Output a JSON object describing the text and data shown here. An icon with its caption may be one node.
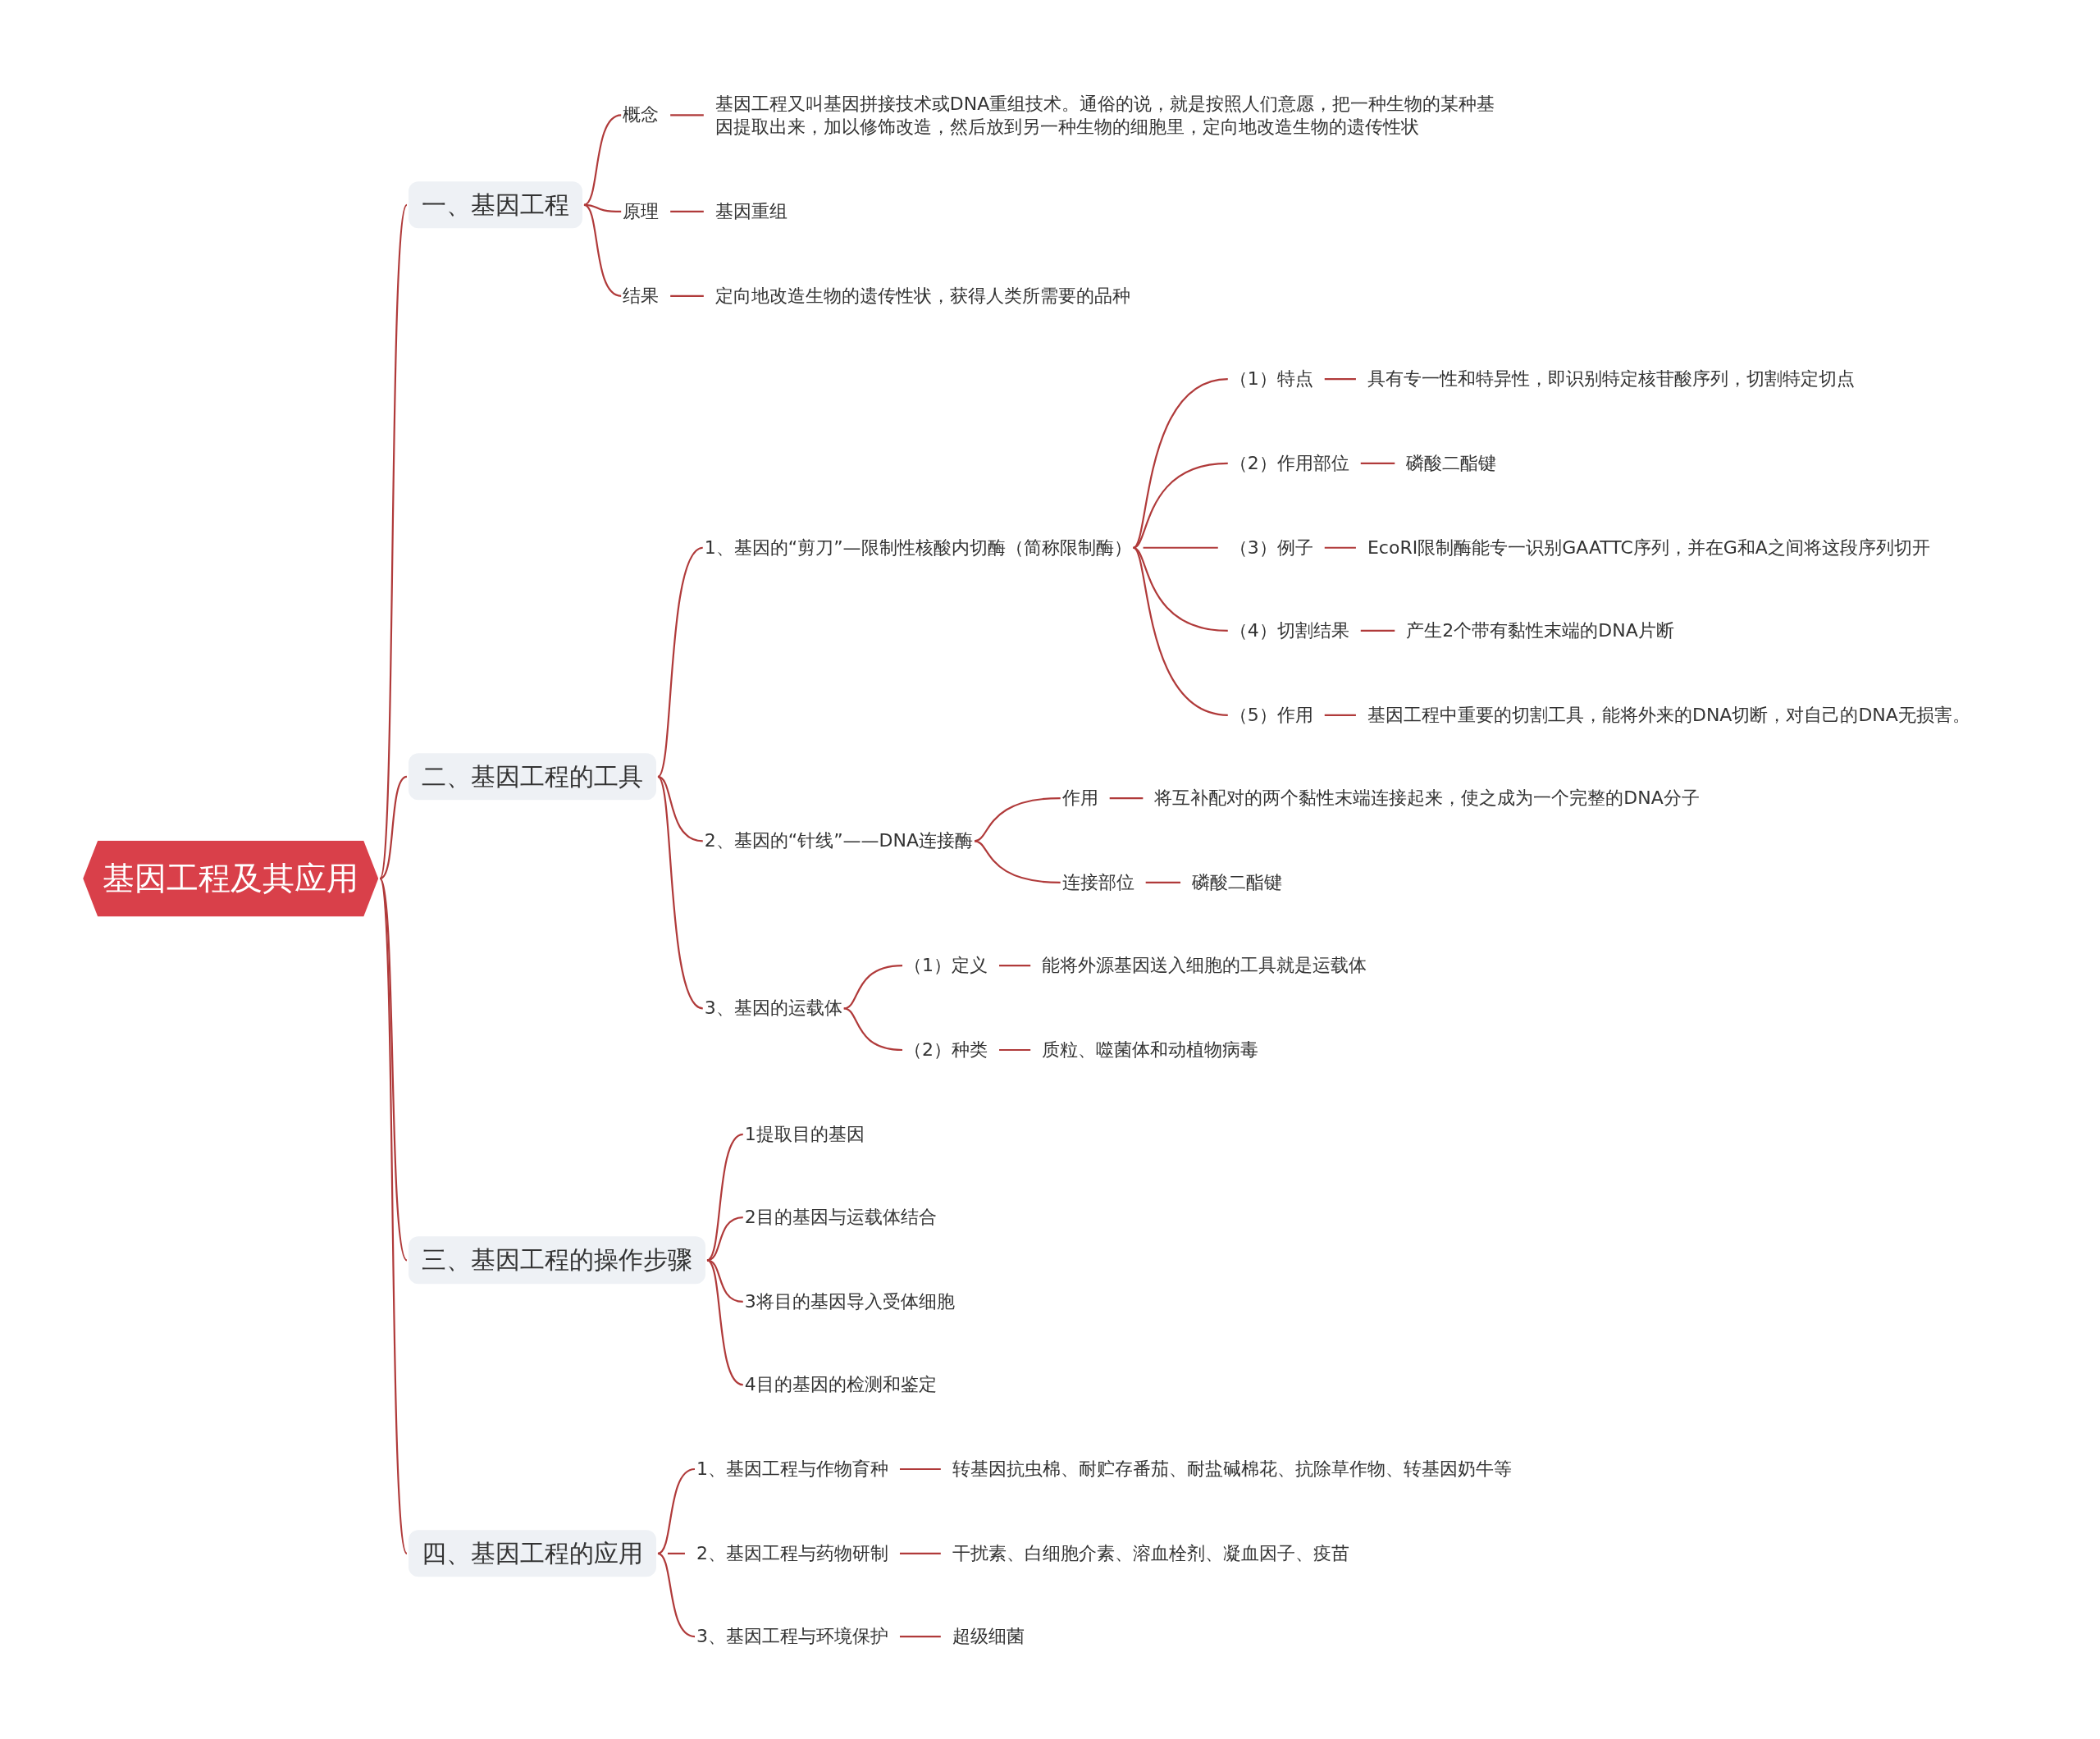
{
  "diagram": {
    "nodes": [
      {
        "text": [
          "基因工程及其应用"
        ]
      },
      {
        "text": [
          "一、基因工程"
        ]
      },
      {
        "text": [
          "概念"
        ]
      },
      {
        "text": [
          "基因工程又叫基因拼接技术或DNA重组技术。通俗的说，就是按照人们意愿，把一种生物的某种基因提取出来，加以修饰改造，然后放到另一种生物的细胞里，定向地改造生物的遗传性状"
        ]
      },
      {
        "text": [
          "原理"
        ]
      },
      {
        "text": [
          "基因重组"
        ]
      },
      {
        "text": [
          "结果"
        ]
      },
      {
        "text": [
          "定向地改造生物的遗传性状，获得人类所需要的品种"
        ]
      },
      {
        "text": [
          "二、基因工程的工具"
        ]
      },
      {
        "text": [
          "1、基因的“剪刀”—限制性核酸内切酶（简称限制酶）"
        ]
      },
      {
        "text": [
          "（1）特点"
        ]
      },
      {
        "text": [
          "具有专一性和特异性，即识别特定核苷酸序列，切割特定切点"
        ]
      },
      {
        "text": [
          "（2）作用部位"
        ]
      },
      {
        "text": [
          "磷酸二酯键"
        ]
      },
      {
        "text": [
          "（3）例子"
        ]
      },
      {
        "text": [
          "EcoRI限制酶能专一识别GAATTC序列，并在G和A之间将这段序列切开"
        ]
      },
      {
        "text": [
          "（4）切割结果"
        ]
      },
      {
        "text": [
          "产生2个带有黏性末端的DNA片断"
        ]
      },
      {
        "text": [
          "（5）作用"
        ]
      },
      {
        "text": [
          "基因工程中重要的切割工具，能将外来的DNA切断，对自己的DNA无损害。"
        ]
      },
      {
        "text": [
          "2、基因的“针线”——DNA连接酶"
        ]
      },
      {
        "text": [
          "作用"
        ]
      },
      {
        "text": [
          "将互补配对的两个黏性末端连接起来，使之成为一个完整的DNA分子"
        ]
      },
      {
        "text": [
          "连接部位"
        ]
      },
      {
        "text": [
          "磷酸二酯键"
        ]
      },
      {
        "text": [
          "3、基因的运载体"
        ]
      },
      {
        "text": [
          "（1）定义"
        ]
      },
      {
        "text": [
          "能将外源基因送入细胞的工具就是运载体"
        ]
      },
      {
        "text": [
          "（2）种类"
        ]
      },
      {
        "text": [
          "质粒、噬菌体和动植物病毒"
        ]
      },
      {
        "text": [
          "三、基因工程的操作步骤"
        ]
      },
      {
        "text": [
          "1提取目的基因"
        ]
      },
      {
        "text": [
          "2目的基因与运载体结合"
        ]
      },
      {
        "text": [
          "3将目的基因导入受体细胞"
        ]
      },
      {
        "text": [
          "4目的基因的检测和鉴定"
        ]
      },
      {
        "text": [
          "四、基因工程的应用"
        ]
      },
      {
        "text": [
          "1、基因工程与作物育种"
        ]
      },
      {
        "text": [
          "转基因抗虫棉、耐贮存番茄、耐盐碱棉花、抗除草作物、转基因奶牛等"
        ]
      },
      {
        "text": [
          "2、基因工程与药物研制"
        ]
      },
      {
        "text": [
          "干扰素、白细胞介素、溶血栓剂、凝血因子、疫苗"
        ]
      },
      {
        "text": [
          "3、基因工程与环境保护"
        ]
      },
      {
        "text": [
          "超级细菌"
        ]
      }
    ],
    "edges": [
      {
        "from": 0,
        "to": 1,
        "arrow": "none"
      },
      {
        "from": 0,
        "to": 8,
        "arrow": "none"
      },
      {
        "from": 0,
        "to": 30,
        "arrow": "none"
      },
      {
        "from": 0,
        "to": 35,
        "arrow": "none"
      },
      {
        "from": 1,
        "to": 2,
        "arrow": "none"
      },
      {
        "from": 1,
        "to": 4,
        "arrow": "none"
      },
      {
        "from": 1,
        "to": 6,
        "arrow": "none"
      },
      {
        "from": 2,
        "to": 3,
        "arrow": "none"
      },
      {
        "from": 4,
        "to": 5,
        "arrow": "none"
      },
      {
        "from": 6,
        "to": 7,
        "arrow": "none"
      },
      {
        "from": 8,
        "to": 9,
        "arrow": "none"
      },
      {
        "from": 8,
        "to": 20,
        "arrow": "none"
      },
      {
        "from": 8,
        "to": 25,
        "arrow": "none"
      },
      {
        "from": 9,
        "to": 10,
        "arrow": "none"
      },
      {
        "from": 9,
        "to": 12,
        "arrow": "none"
      },
      {
        "from": 9,
        "to": 14,
        "arrow": "none"
      },
      {
        "from": 9,
        "to": 16,
        "arrow": "none"
      },
      {
        "from": 9,
        "to": 18,
        "arrow": "none"
      },
      {
        "from": 10,
        "to": 11,
        "arrow": "none"
      },
      {
        "from": 12,
        "to": 13,
        "arrow": "none"
      },
      {
        "from": 14,
        "to": 15,
        "arrow": "none"
      },
      {
        "from": 16,
        "to": 17,
        "arrow": "none"
      },
      {
        "from": 18,
        "to": 19,
        "arrow": "none"
      },
      {
        "from": 20,
        "to": 21,
        "arrow": "none"
      },
      {
        "from": 20,
        "to": 23,
        "arrow": "none"
      },
      {
        "from": 21,
        "to": 22,
        "arrow": "none"
      },
      {
        "from": 23,
        "to": 24,
        "arrow": "none"
      },
      {
        "from": 25,
        "to": 26,
        "arrow": "none"
      },
      {
        "from": 25,
        "to": 28,
        "arrow": "none"
      },
      {
        "from": 26,
        "to": 27,
        "arrow": "none"
      },
      {
        "from": 28,
        "to": 29,
        "arrow": "none"
      },
      {
        "from": 30,
        "to": 31,
        "arrow": "none"
      },
      {
        "from": 30,
        "to": 32,
        "arrow": "none"
      },
      {
        "from": 30,
        "to": 33,
        "arrow": "none"
      },
      {
        "from": 30,
        "to": 34,
        "arrow": "none"
      },
      {
        "from": 35,
        "to": 36,
        "arrow": "none"
      },
      {
        "from": 35,
        "to": 38,
        "arrow": "none"
      },
      {
        "from": 35,
        "to": 40,
        "arrow": "none"
      },
      {
        "from": 36,
        "to": 37,
        "arrow": "none"
      },
      {
        "from": 38,
        "to": 39,
        "arrow": "none"
      },
      {
        "from": 40,
        "to": 41,
        "arrow": "none"
      }
    ]
  }
}
